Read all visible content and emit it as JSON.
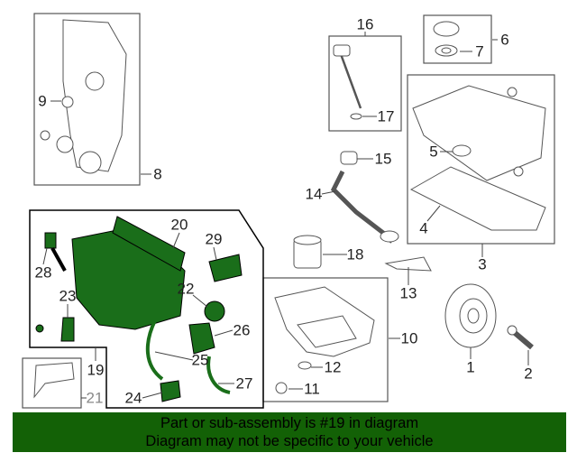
{
  "callouts": {
    "c1": "1",
    "c2": "2",
    "c3": "3",
    "c4": "4",
    "c5": "5",
    "c6": "6",
    "c7": "7",
    "c8": "8",
    "c9": "9",
    "c10": "10",
    "c11": "11",
    "c12": "12",
    "c13": "13",
    "c14": "14",
    "c15": "15",
    "c16": "16",
    "c17": "17",
    "c18": "18",
    "c19": "19",
    "c20": "20",
    "c21": "21",
    "c22": "22",
    "c23": "23",
    "c24": "24",
    "c25": "25",
    "c26": "26",
    "c27": "27",
    "c28": "28",
    "c29": "29"
  },
  "banner": {
    "line1": "Part or sub-assembly is #19 in diagram",
    "line2": "Diagram may not be specific to your vehicle"
  },
  "colors": {
    "highlight": "#1a6e1a",
    "banner": "#136106",
    "line": "#444444"
  }
}
